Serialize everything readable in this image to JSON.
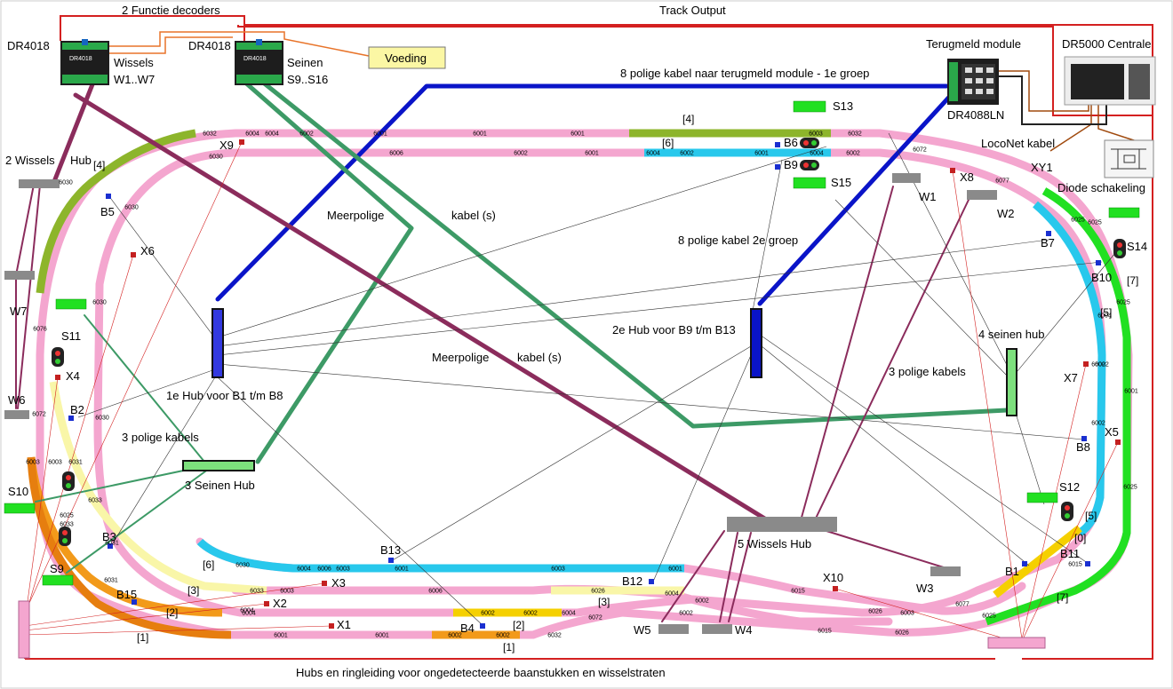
{
  "header": {
    "functie_decoders": "2 Functie decoders",
    "track_output": "Track Output"
  },
  "decoders": {
    "dr4018_left": "DR4018",
    "dr4018_right": "DR4018",
    "wissels_line1": "Wissels",
    "wissels_line2": "W1..W7",
    "seinen_line1": "Seinen",
    "seinen_line2": "S9..S16",
    "chip_text": "DR4018"
  },
  "voeding": "Voeding",
  "terugmeld": {
    "title": "Terugmeld module",
    "model": "DR4088LN"
  },
  "centrale": {
    "title": "DR5000 Centrale"
  },
  "loconet": "LocoNet kabel",
  "xy1": "XY1",
  "diode": "Diode schakeling",
  "cables": {
    "terugmeld_1e_groep": "8 polige kabel naar terugmeld module - 1e groep",
    "polig_2e_groep": "8 polige kabel 2e groep",
    "meerpolige_1": "Meerpolige",
    "kabel_s_1": "kabel (s)",
    "meerpolige_2": "Meerpolige",
    "kabel_s_2": "kabel (s)",
    "drie_polige_left": "3 polige kabels",
    "drie_polige_right": "3 polige kabels"
  },
  "hubs": {
    "wissels_hub_2": "2 Wissels",
    "hub_word": "Hub",
    "hub_1e": "1e Hub voor B1 t/m B8",
    "hub_2e": "2e Hub voor B9 t/m B13",
    "seinen_hub_4": "4 seinen hub",
    "seinen_hub_3": "3 Seinen Hub",
    "wissels_hub_5": "5 Wissels Hub"
  },
  "footer": "Hubs en ringleiding voor ongedetecteerde baanstukken en wisselstraten",
  "signals": [
    "S9",
    "S10",
    "S11",
    "S12",
    "S13",
    "S14",
    "S15"
  ],
  "switches": [
    "W1",
    "W2",
    "W3",
    "W4",
    "W5",
    "W6",
    "W7"
  ],
  "blocks": [
    "B1",
    "B2",
    "B3",
    "B4",
    "B5",
    "B6",
    "B7",
    "B8",
    "B9",
    "B10",
    "B11",
    "B12",
    "B13",
    "B15"
  ],
  "crossings": [
    "X1",
    "X2",
    "X3",
    "X4",
    "X5",
    "X6",
    "X7",
    "X8",
    "X9",
    "X10"
  ],
  "section_tags": [
    "[1]",
    "[1]",
    "[2]",
    "[2]",
    "[3]",
    "[3]",
    "[4]",
    "[4]",
    "[5]",
    "[5]",
    "[6]",
    "[6]",
    "[7]",
    "[7]",
    "[0]"
  ],
  "track_numbers": [
    "6032",
    "6004",
    "6004",
    "6002",
    "6001",
    "6001",
    "6001",
    "6003",
    "6032",
    "6030",
    "6006",
    "6002",
    "6001",
    "6004",
    "6002",
    "6001",
    "6004",
    "6002",
    "6072",
    "6077",
    "6025",
    "6030",
    "6030",
    "6030",
    "6025",
    "6001",
    "6002",
    "6025",
    "6003",
    "6003",
    "6030",
    "6076",
    "6072",
    "6033",
    "6031",
    "6031",
    "6031",
    "6033",
    "6025",
    "6004",
    "6001",
    "6001",
    "6002",
    "6002",
    "6032",
    "6006",
    "6002",
    "6004",
    "6072",
    "6015",
    "6026",
    "6077",
    "6015",
    "6026",
    "6003",
    "6030",
    "6004",
    "6006",
    "6003",
    "6003",
    "6001",
    "6026",
    "6004",
    "6002",
    "6003",
    "6033",
    "6004",
    "6025",
    "6015",
    "6004",
    "6025",
    "6002",
    "6002",
    "6002",
    "6002",
    "6001"
  ],
  "colors": {
    "pink": "#f4a6cf",
    "olive": "#8db52b",
    "cyan": "#28c8ec",
    "green": "#21e021",
    "pale_yellow": "#f9f6a8",
    "yellow": "#f5d000",
    "orange": "#f29a1a",
    "dark_orange": "#e67e0f",
    "blue_cable": "#0a14c8",
    "teal_cable": "#3d9a66",
    "purple_cable": "#8b2c5c",
    "red_wire": "#d42020",
    "brown_wire": "#a04a0e",
    "orange_wire": "#e8742a"
  }
}
